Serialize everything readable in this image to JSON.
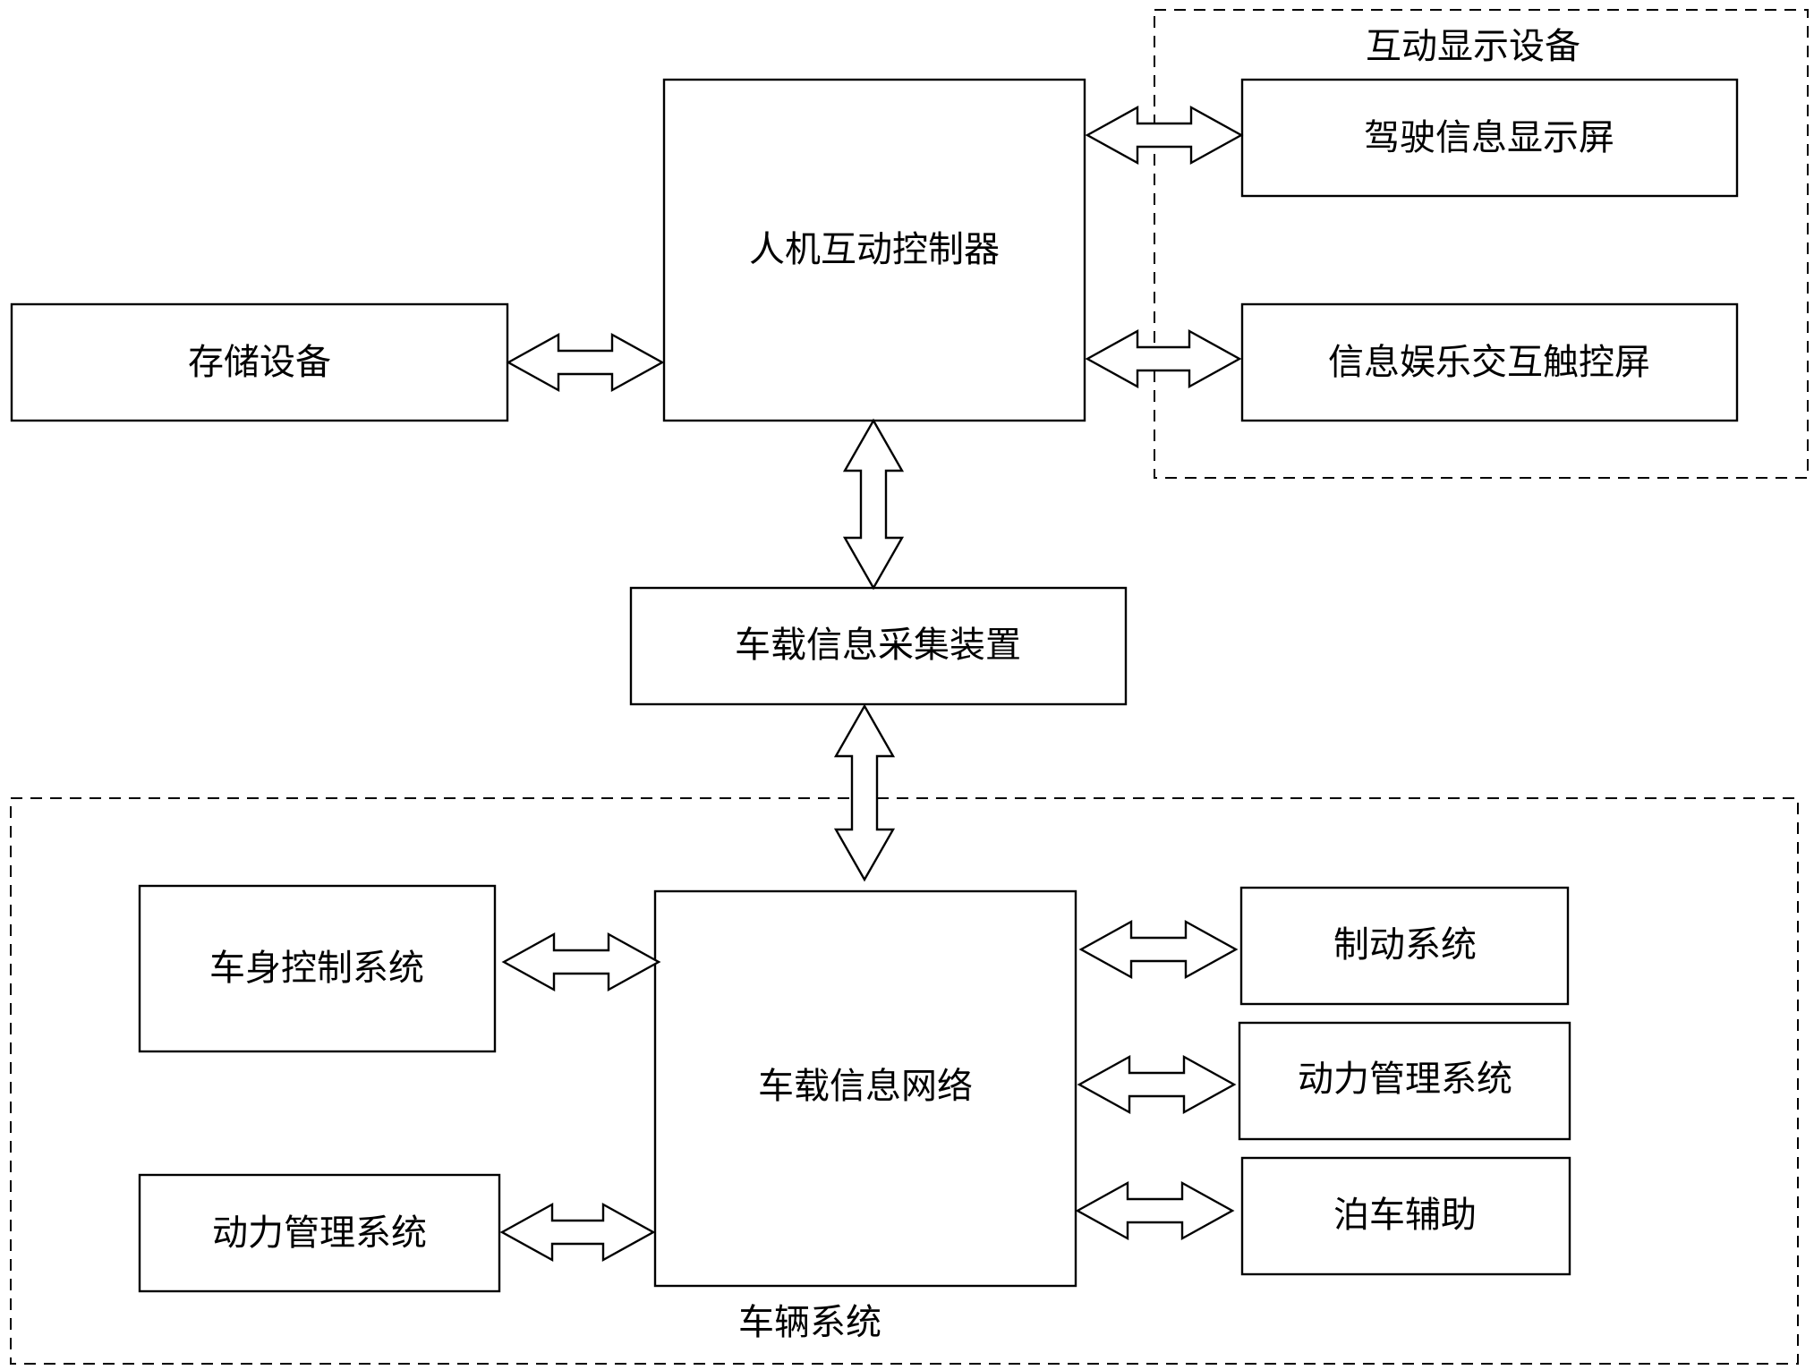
{
  "labels": {
    "hmi_controller": "人机互动控制器",
    "storage": "存储设备",
    "display_group": "互动显示设备",
    "driving_info_screen": "驾驶信息显示屏",
    "infotainment_touchscreen": "信息娱乐交互触控屏",
    "info_collection": "车载信息采集装置",
    "vehicle_network": "车载信息网络",
    "body_control": "车身控制系统",
    "power_mgmt_left": "动力管理系统",
    "brake": "制动系统",
    "power_mgmt_right": "动力管理系统",
    "parking_assist": "泊车辅助",
    "vehicle_group": "车辆系统"
  }
}
